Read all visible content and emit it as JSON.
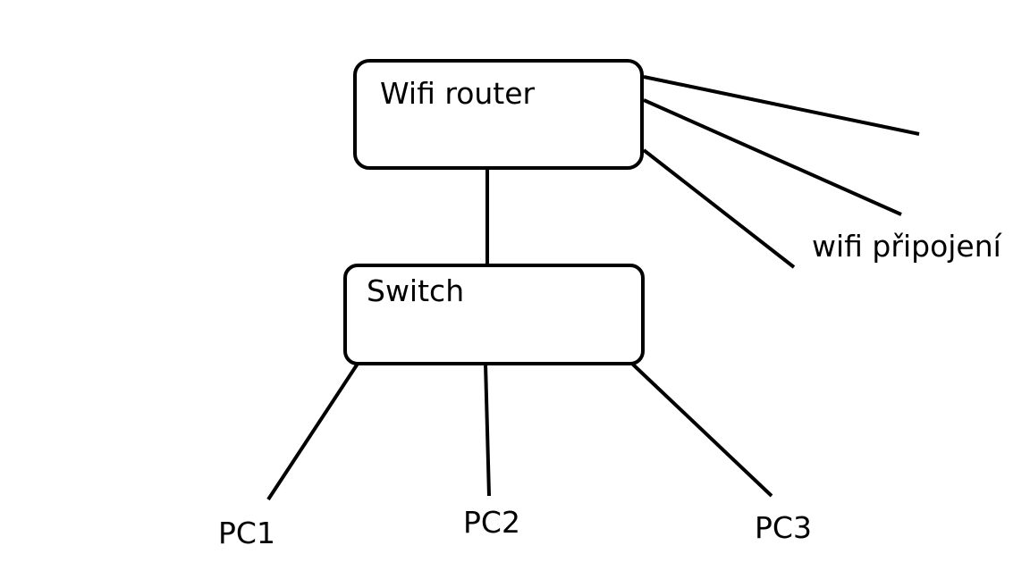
{
  "diagram": {
    "nodes": {
      "router": {
        "label": "Wifi router"
      },
      "switch": {
        "label": "Switch"
      }
    },
    "wifi_label": "wifi připojení",
    "pcs": [
      {
        "label": "PC1"
      },
      {
        "label": "PC2"
      },
      {
        "label": "PC3"
      }
    ],
    "colors": {
      "background": "#ffffff",
      "stroke": "#000000"
    }
  }
}
